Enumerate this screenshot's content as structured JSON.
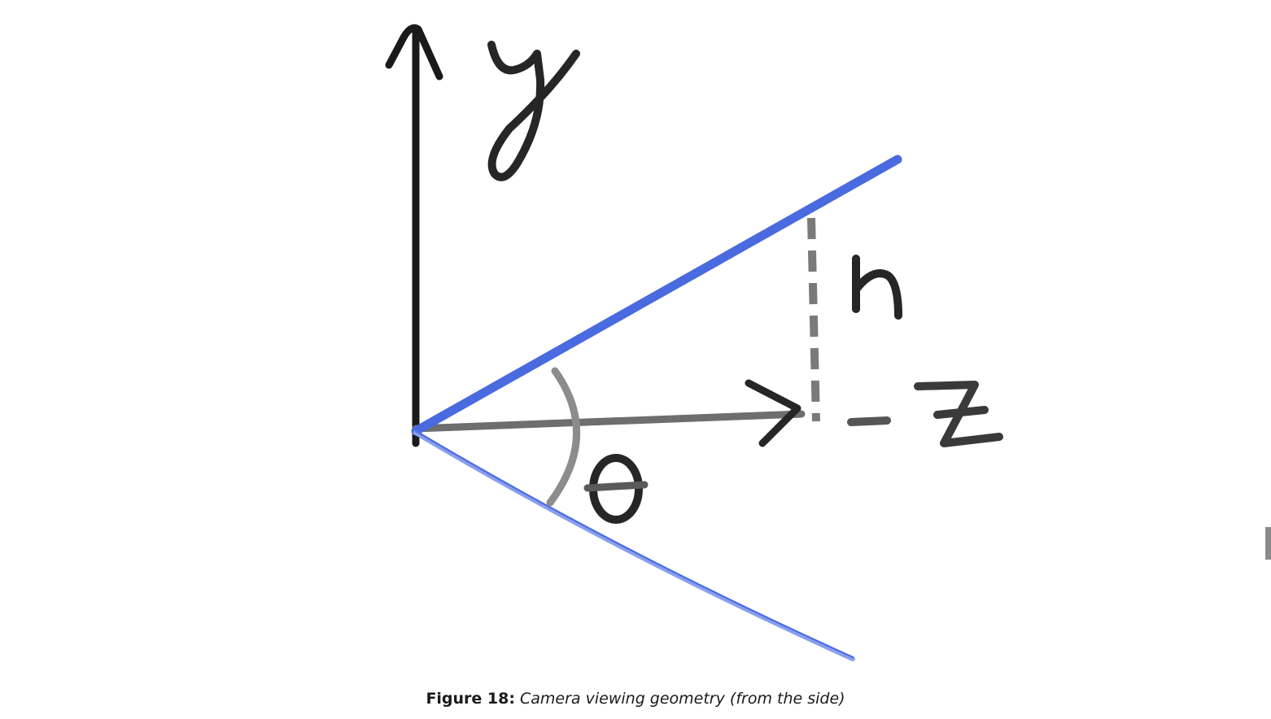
{
  "figure": {
    "axis_labels": {
      "y": "y",
      "neg_z": "-z",
      "height": "h",
      "angle": "θ"
    },
    "colors": {
      "axis_ink": "#1a1a1a",
      "ray": "#4a6ae0",
      "ray_lower": "#8a9ef0",
      "optical_axis": "#6e6e6e",
      "height_dash": "#7a7a7a",
      "angle_arc": "#8c8c8c"
    }
  },
  "caption": {
    "label": "Figure 18:",
    "text": "Camera viewing geometry (from the side)"
  }
}
